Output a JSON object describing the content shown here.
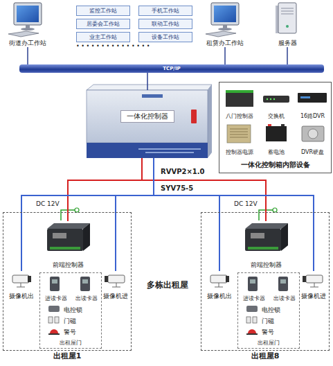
{
  "diagram": {
    "nodes": [
      {
        "text": [
          "街道办工作站"
        ]
      },
      {
        "text": [
          "监控工作站"
        ]
      },
      {
        "text": [
          "手机工作站"
        ]
      },
      {
        "text": [
          "居委会工作站"
        ]
      },
      {
        "text": [
          "联动工作站"
        ]
      },
      {
        "text": [
          "业主工作站"
        ]
      },
      {
        "text": [
          "设备工作站"
        ]
      },
      {
        "text": [
          "租赁办工作站"
        ]
      },
      {
        "text": [
          "服务器"
        ]
      },
      {
        "text": [
          "TCP/IP"
        ]
      },
      {
        "text": [
          "一体化控制器"
        ]
      },
      {
        "text": [
          "一体化控制箱内部设备"
        ]
      },
      {
        "text": [
          "八门控制器"
        ],
        "in": 11
      },
      {
        "text": [
          "交换机"
        ],
        "in": 11
      },
      {
        "text": [
          "16路DVR"
        ],
        "in": 11
      },
      {
        "text": [
          "控制器电源"
        ],
        "in": 11
      },
      {
        "text": [
          "蓄电池"
        ],
        "in": 11
      },
      {
        "text": [
          "DVR硬盘"
        ],
        "in": 11
      },
      {
        "text": [
          "出租屋1"
        ]
      },
      {
        "text": [
          "前端控制器"
        ],
        "in": 18
      },
      {
        "text": [
          "摄像机出"
        ],
        "in": 18
      },
      {
        "text": [
          "摄像机进"
        ],
        "in": 18
      },
      {
        "text": [
          "出租屋门"
        ],
        "in": 18
      },
      {
        "text": [
          "进读卡器"
        ],
        "in": 22
      },
      {
        "text": [
          "出读卡器"
        ],
        "in": 22
      },
      {
        "text": [
          "电控锁"
        ],
        "in": 22
      },
      {
        "text": [
          "门磁"
        ],
        "in": 22
      },
      {
        "text": [
          "警号"
        ],
        "in": 22
      },
      {
        "text": [
          "出租屋8"
        ]
      },
      {
        "text": [
          "前端控制器"
        ],
        "in": 28
      },
      {
        "text": [
          "摄像机出"
        ],
        "in": 28
      },
      {
        "text": [
          "摄像机进"
        ],
        "in": 28
      },
      {
        "text": [
          "出租屋门"
        ],
        "in": 28
      },
      {
        "text": [
          "进读卡器"
        ],
        "in": 32
      },
      {
        "text": [
          "出读卡器"
        ],
        "in": 32
      },
      {
        "text": [
          "电控锁"
        ],
        "in": 32
      },
      {
        "text": [
          "门磁"
        ],
        "in": 32
      },
      {
        "text": [
          "警号"
        ],
        "in": 32
      }
    ],
    "edges": [
      {
        "from": 0,
        "to": 9,
        "arrow": "none"
      },
      {
        "from": 7,
        "to": 9,
        "arrow": "none"
      },
      {
        "from": 8,
        "to": 9,
        "arrow": "none"
      },
      {
        "from": 9,
        "to": 10,
        "arrow": "none"
      },
      {
        "from": 10,
        "to": 19,
        "arrow": "none"
      },
      {
        "from": 10,
        "to": 29,
        "arrow": "none"
      },
      {
        "from": 10,
        "to": 20,
        "arrow": "none"
      },
      {
        "from": 10,
        "to": 21,
        "arrow": "none"
      },
      {
        "from": 10,
        "to": 30,
        "arrow": "none"
      },
      {
        "from": 10,
        "to": 31,
        "arrow": "none"
      }
    ],
    "labels": [
      "• • • • • • • • • • • • • • •",
      "RVVP2×1.0",
      "SYV75-5",
      "DC 12V",
      "DC 12V",
      "多栋出租屋"
    ]
  }
}
